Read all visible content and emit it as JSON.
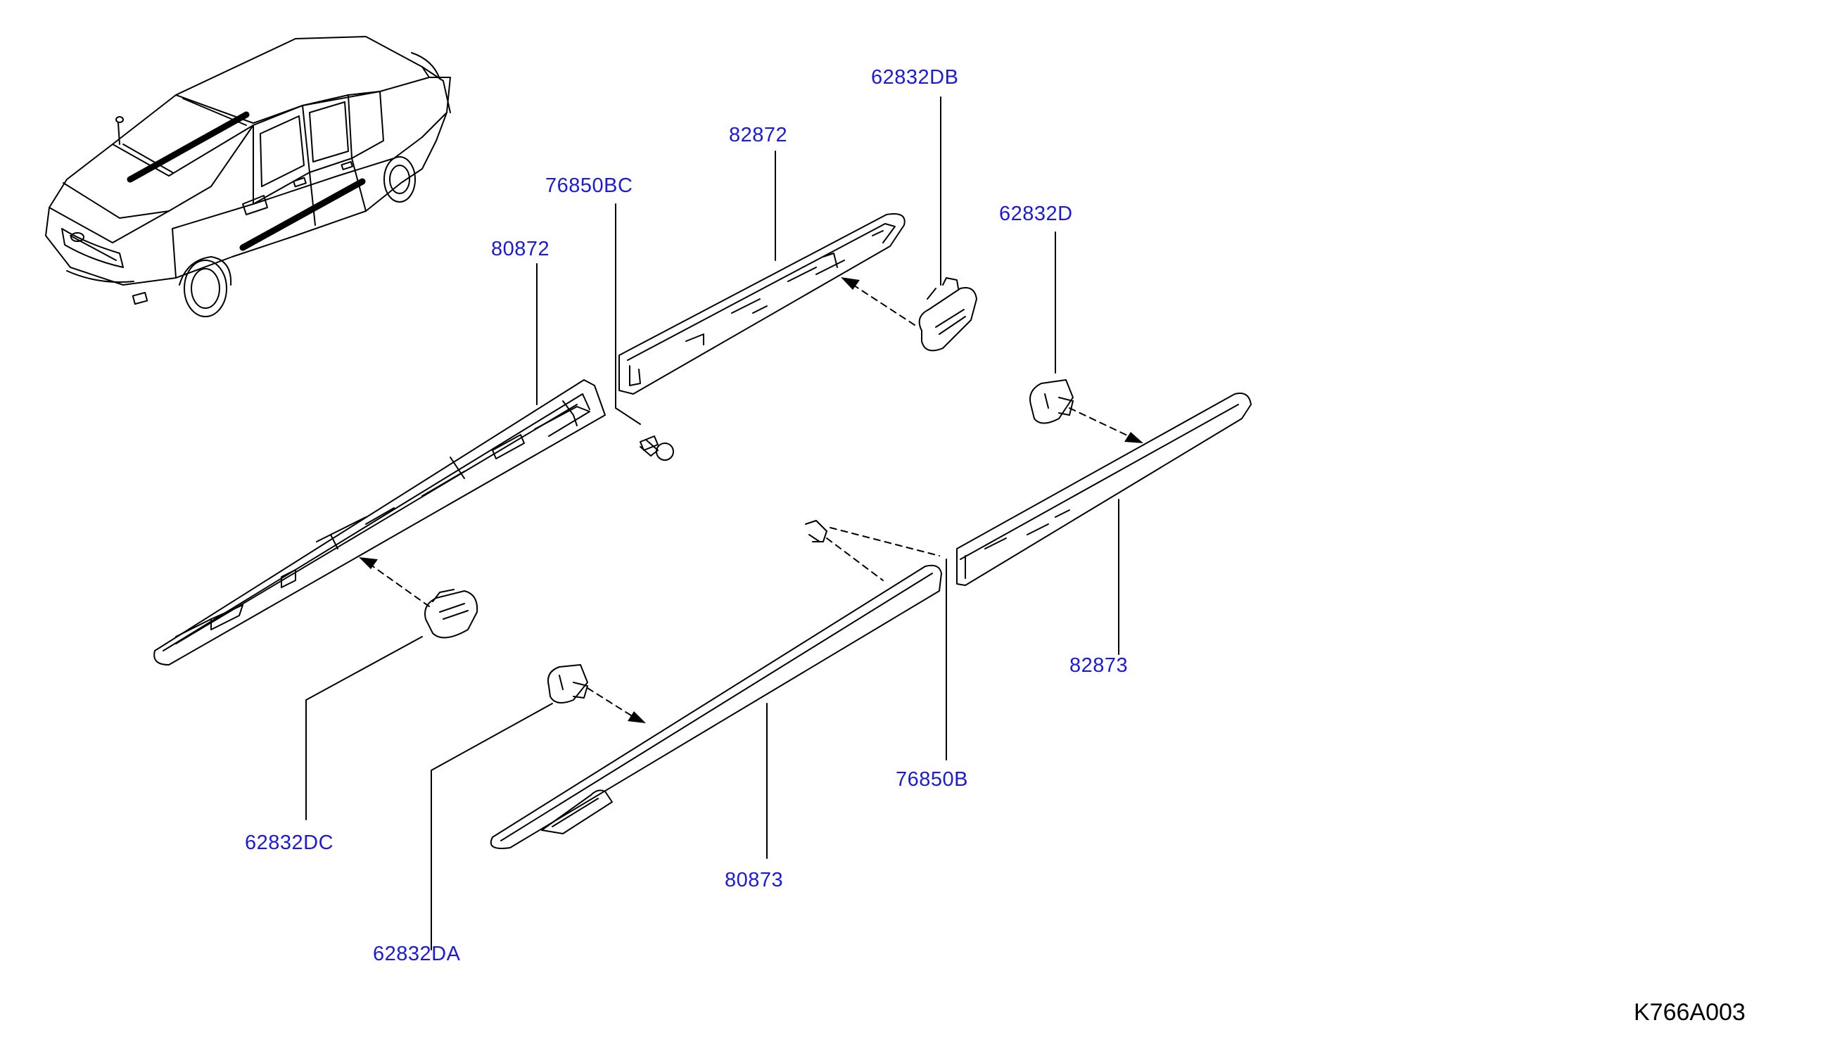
{
  "diagram": {
    "drawing_id": "K766A003",
    "colors": {
      "callout_text": "#1a1adc",
      "line": "#000000",
      "background": "#ffffff"
    },
    "callouts": [
      {
        "id": "62832DB",
        "label": "62832DB"
      },
      {
        "id": "82872",
        "label": "82872"
      },
      {
        "id": "76850BC",
        "label": "76850BC"
      },
      {
        "id": "62832D",
        "label": "62832D"
      },
      {
        "id": "80872",
        "label": "80872"
      },
      {
        "id": "82873",
        "label": "82873"
      },
      {
        "id": "76850B",
        "label": "76850B"
      },
      {
        "id": "62832DC",
        "label": "62832DC"
      },
      {
        "id": "80873",
        "label": "80873"
      },
      {
        "id": "62832DA",
        "label": "62832DA"
      }
    ]
  }
}
